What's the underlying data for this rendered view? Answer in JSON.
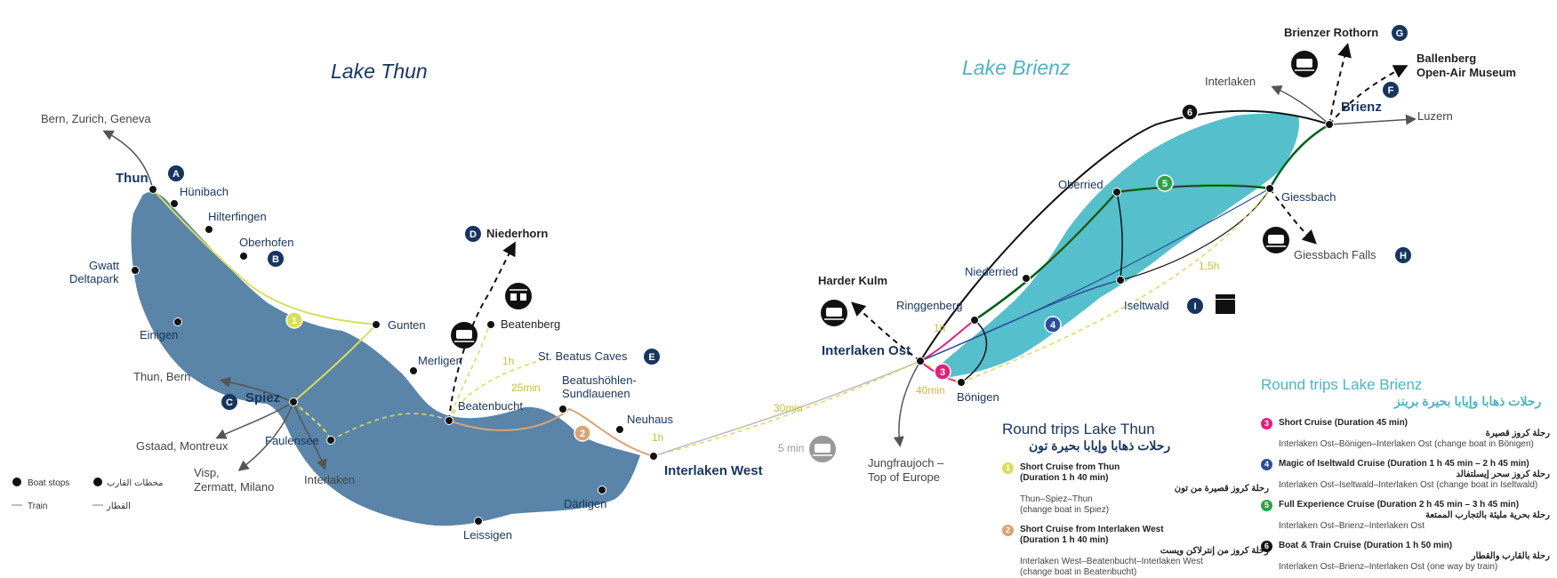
{
  "titles": {
    "thun": "Lake Thun",
    "brienz": "Lake Brienz"
  },
  "colors": {
    "thun_lake": "#5a84a8",
    "brienz_lake": "#55bfcb",
    "thun_title": "#17355e",
    "brienz_title": "#4fb3c3",
    "route1": "#d8de5a",
    "route2": "#d9a474",
    "route3": "#e0207a",
    "route4": "#2b4f9a",
    "route5": "#2aa34a",
    "route6": "#111111",
    "marker": "#17355e",
    "walk": "#e2d65c"
  },
  "places": {
    "bern_zurich": "Bern, Zurich, Geneva",
    "thun": "Thun",
    "hunibach": "Hünibach",
    "hilterfingen": "Hilterfingen",
    "oberhofen": "Oberhofen",
    "gwatt": "Gwatt",
    "deltapark": "Deltapark",
    "einigen": "Einigen",
    "gunten": "Gunten",
    "thun_bern": "Thun, Bern",
    "spiez": "Spiez",
    "gstaad": "Gstaad, Montreux",
    "faulensee": "Faulensee",
    "visp": "Visp,",
    "zermatt": "Zermatt, Milano",
    "interlaken_s": "Interlaken",
    "merligen": "Merligen",
    "niederhorn": "Niederhorn",
    "beatenberg": "Beatenberg",
    "st_beatus": "St. Beatus Caves",
    "beatushohlen": "Beatushöhlen-",
    "sundlauenen": "Sundlauenen",
    "beatenbucht": "Beatenbucht",
    "neuhaus": "Neuhaus",
    "interlaken_west": "Interlaken West",
    "darligen": "Därligen",
    "leissigen": "Leissigen",
    "harder_kulm": "Harder Kulm",
    "ringgenberg": "Ringgenberg",
    "interlaken_ost": "Interlaken Ost",
    "bonigen": "Bönigen",
    "jungfraujoch": "Jungfraujoch –",
    "top_europe": "Top of Europe",
    "niederried": "Niederried",
    "oberried": "Oberried",
    "iseltwald": "Iseltwald",
    "giessbach": "Giessbach",
    "giessbach_falls": "Giessbach Falls",
    "interlaken_n": "Interlaken",
    "brienzer_rothorn": "Brienzer Rothorn",
    "ballenberg": "Ballenberg",
    "open_air": "Open-Air Museum",
    "brienz": "Brienz",
    "luzern": "Luzern"
  },
  "markers": {
    "a": "A",
    "b": "B",
    "c": "C",
    "d": "D",
    "e": "E",
    "f": "F",
    "g": "G",
    "h": "H",
    "i": "I"
  },
  "route_nums": {
    "r1": "1",
    "r2": "2",
    "r3": "3",
    "r4": "4",
    "r5": "5",
    "r6": "6"
  },
  "times": {
    "w1h_a": "1h",
    "w25": "25min",
    "w1h_b": "1h",
    "w30": "30min",
    "train5": "5 min",
    "w1h_c": "1h",
    "w40": "40min",
    "w15": "1,5h"
  },
  "key": {
    "boat_stops": "Boat stops",
    "boat_stops_ar": "محطات القارب",
    "train": "Train",
    "train_ar": "القطار"
  },
  "legend_thun": {
    "title": "Round trips Lake Thun",
    "title_ar": "رحلات ذهابا وإيابا بحيرة تون",
    "trips": [
      {
        "num": "1",
        "title": "Short Cruise from Thun",
        "duration": "(Duration 1 h 40 min)",
        "ar": "رحلة كروز قصيرة من تون",
        "route": "Thun–Spiez–Thun",
        "note": "(change boat in Spiez)"
      },
      {
        "num": "2",
        "title": "Short Cruise from Interlaken West",
        "duration": "(Duration 1 h 40 min)",
        "ar": "رحلة كروز من إنترلاكن ويست",
        "route": "Interlaken West–Beatenbucht–Interlaken West",
        "note": "(change boat in Beatenbucht)"
      }
    ]
  },
  "legend_brienz": {
    "title": "Round trips Lake Brienz",
    "title_ar": "رحلات ذهابا وإيابا بحيرة برينز",
    "trips": [
      {
        "num": "3",
        "title": "Short Cruise (Duration 45 min)",
        "ar": "رحلة كروز قصيرة",
        "route": "Interlaken Ost–Bönigen–Interlaken Ost (change boat in Bönigen)"
      },
      {
        "num": "4",
        "title": "Magic of Iseltwald Cruise (Duration 1 h 45 min – 2 h 45 min)",
        "ar": "رحلة كروز سحر إيسلتفالد",
        "route": "Interlaken Ost–Iseltwald–Interlaken Ost (change boat in Iseltwald)"
      },
      {
        "num": "5",
        "title": "Full Experience Cruise (Duration 2 h 45 min – 3 h 45 min)",
        "ar": "رحلة بحرية مليئة بالتجارب الممتعة",
        "route": "Interlaken Ost–Brienz–Interlaken Ost"
      },
      {
        "num": "6",
        "title": "Boat & Train Cruise (Duration 1 h 50 min)",
        "ar": "رحلة بالقارب والقطار",
        "route": "Interlaken Ost–Brienz–Interlaken Ost (one way by train)"
      }
    ]
  }
}
